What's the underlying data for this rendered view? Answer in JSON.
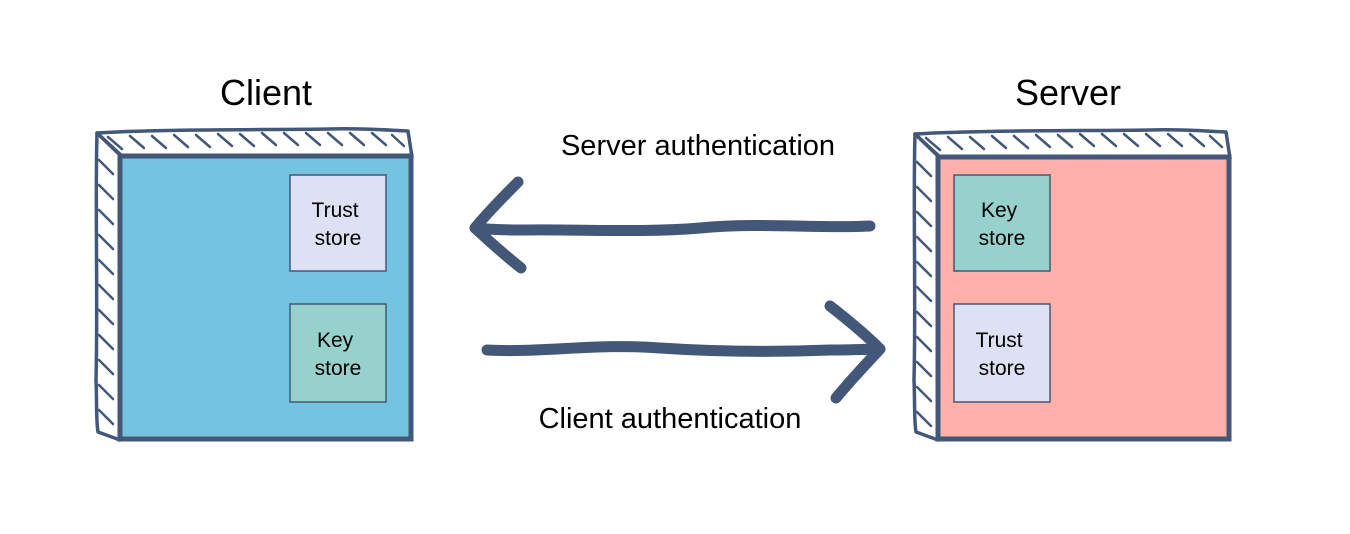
{
  "client": {
    "title": "Client",
    "fill_color": "#74c3e1",
    "stores": [
      {
        "line1": "Trust",
        "line2": "store",
        "fill_color": "#dde1f3"
      },
      {
        "line1": "Key",
        "line2": "store",
        "fill_color": "#96d1cb"
      }
    ]
  },
  "server": {
    "title": "Server",
    "fill_color": "#ffb0a8",
    "stores": [
      {
        "line1": "Key",
        "line2": "store",
        "fill_color": "#96d1cb"
      },
      {
        "line1": "Trust",
        "line2": "store",
        "fill_color": "#dde1f3"
      }
    ]
  },
  "flows": {
    "server_auth": {
      "label": "Server authentication",
      "direction": "server-to-client"
    },
    "client_auth": {
      "label": "Client authentication",
      "direction": "client-to-server"
    }
  },
  "colors": {
    "outline": "#435779",
    "arrow": "#435779"
  }
}
